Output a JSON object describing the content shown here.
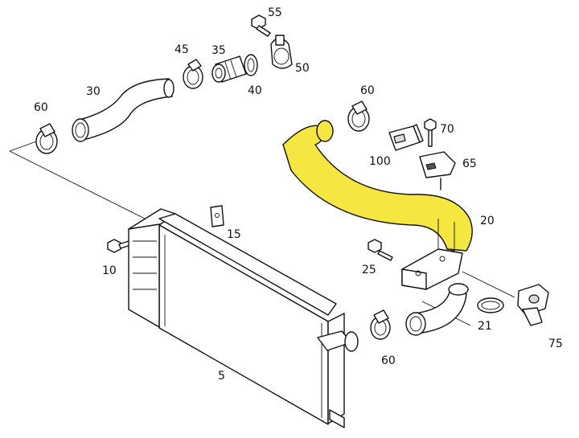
{
  "diagram": {
    "highlight_color": "#f5e642",
    "line_color": "#111111",
    "labels": [
      {
        "id": "55",
        "text": "55"
      },
      {
        "id": "45",
        "text": "45"
      },
      {
        "id": "35",
        "text": "35"
      },
      {
        "id": "50",
        "text": "50"
      },
      {
        "id": "40",
        "text": "40"
      },
      {
        "id": "30",
        "text": "30"
      },
      {
        "id": "60a",
        "text": "60"
      },
      {
        "id": "60b",
        "text": "60"
      },
      {
        "id": "60c",
        "text": "60"
      },
      {
        "id": "70",
        "text": "70"
      },
      {
        "id": "100",
        "text": "100"
      },
      {
        "id": "65",
        "text": "65"
      },
      {
        "id": "20",
        "text": "20"
      },
      {
        "id": "15",
        "text": "15"
      },
      {
        "id": "10",
        "text": "10"
      },
      {
        "id": "25",
        "text": "25"
      },
      {
        "id": "21",
        "text": "21"
      },
      {
        "id": "75",
        "text": "75"
      },
      {
        "id": "5",
        "text": "5"
      }
    ]
  }
}
